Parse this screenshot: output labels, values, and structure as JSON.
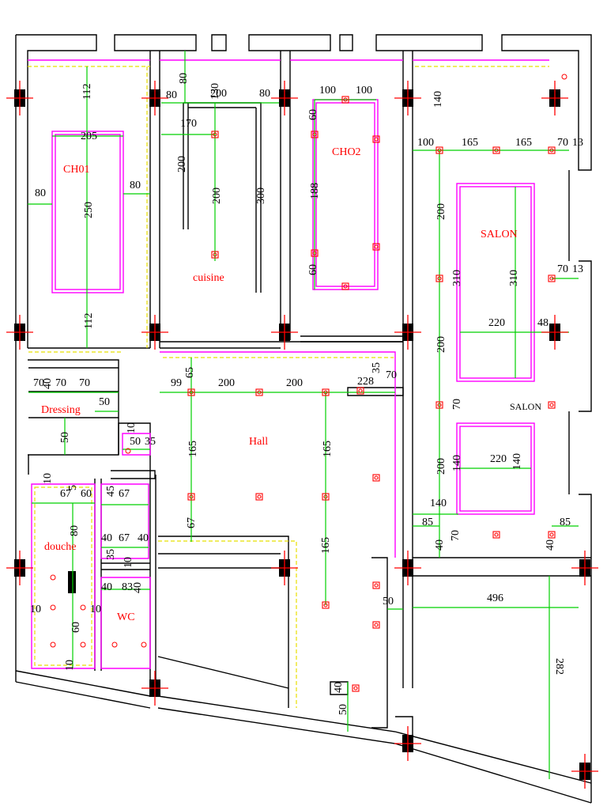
{
  "rooms": {
    "ch01": "CH01",
    "cuisine": "cuisine",
    "ch02": "CHO2",
    "salon": "SALON",
    "salon2": "SALON",
    "dressing": "Dressing",
    "hall": "Hall",
    "douche": "douche",
    "wc": "WC"
  },
  "dims": {
    "d112a": "112",
    "d205": "205",
    "d80a": "80",
    "d80b": "80",
    "d250": "250",
    "d112b": "112",
    "d80c": "80",
    "d80d": "80",
    "d130": "130",
    "d200a": "200",
    "d80e": "80",
    "d170": "170",
    "d200b": "200",
    "d200c": "200",
    "d300": "300",
    "d100a": "100",
    "d100b": "100",
    "d60a": "60",
    "d188": "188",
    "d60b": "60",
    "d140a": "140",
    "d100c": "100",
    "d165a": "165",
    "d165b": "165",
    "d70a": "70",
    "d13a": "13",
    "d200d": "200",
    "d310a": "310",
    "d310b": "310",
    "d70b": "70",
    "d13b": "13",
    "d220a": "220",
    "d48": "48",
    "d200e": "200",
    "d70c": "70",
    "d200f": "200",
    "d140b": "140",
    "d220b": "220",
    "d140c": "140",
    "d140d": "140",
    "d85a": "85",
    "d85b": "85",
    "d40a": "40",
    "d70d": "70",
    "d40b": "40",
    "d496": "496",
    "d282": "282",
    "d70e": "70",
    "d40c": "40",
    "d70f": "70",
    "d70g": "70",
    "d50a": "50",
    "d50b": "50",
    "d65": "65",
    "d99": "99",
    "d200g": "200",
    "d200h": "200",
    "d228": "228",
    "d35a": "35",
    "d70h": "70",
    "d165c": "165",
    "d165d": "165",
    "d67a": "67",
    "d165e": "165",
    "d10a": "10",
    "d50c": "50",
    "d35b": "35",
    "d10b": "10",
    "d67b": "67",
    "d5": "5",
    "d60c": "60",
    "d45": "45",
    "d67c": "67",
    "d80f": "80",
    "d40d": "40",
    "d67d": "67",
    "d40e": "40",
    "d35c": "35",
    "d10c": "10",
    "d40f": "40",
    "d83": "83",
    "d40g": "40",
    "d10d": "10",
    "d60d": "60",
    "d10e": "10",
    "d10f": "10",
    "d50d": "50",
    "d40h": "40",
    "d50e": "50"
  }
}
